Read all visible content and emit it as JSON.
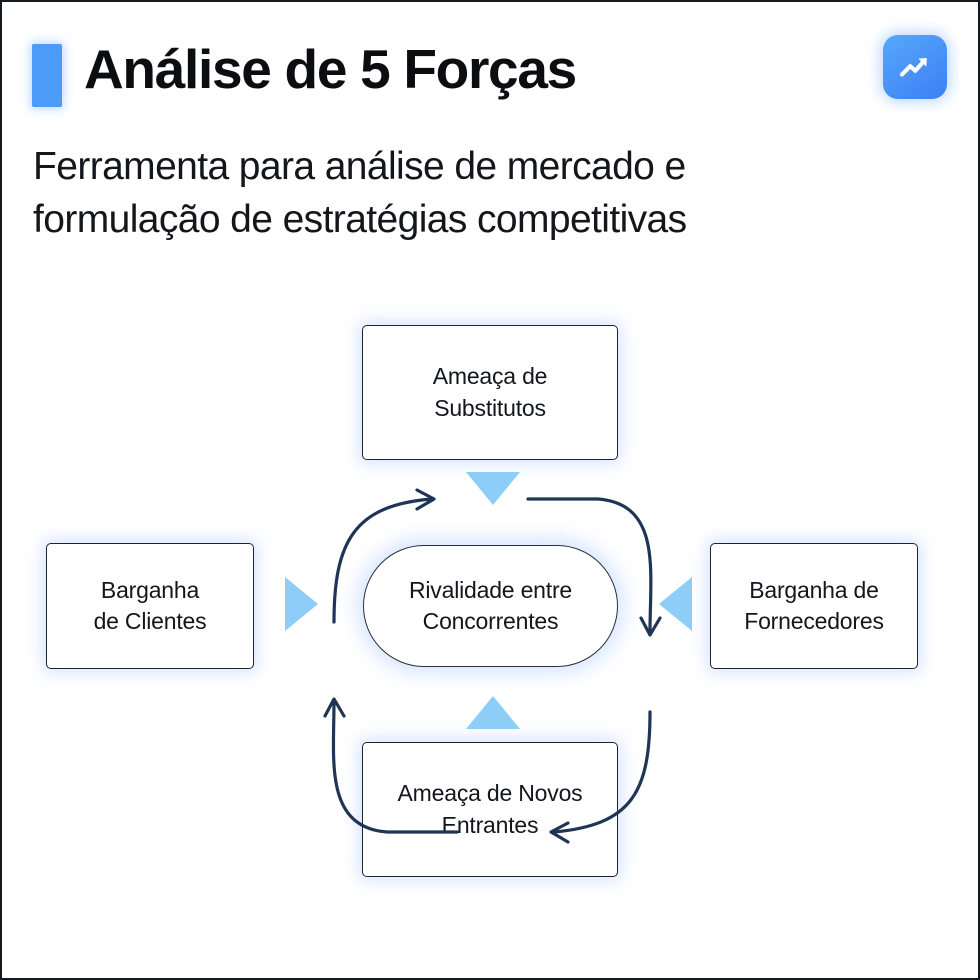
{
  "header": {
    "title": "Análise de 5 Forças",
    "subtitle_lines": [
      "Ferramenta para análise de mercado e",
      "formulação de estratégias competitivas"
    ],
    "accent_color": "#4c9bf8",
    "badge_icon": "trending-up-icon"
  },
  "diagram": {
    "center": {
      "label_lines": [
        "Rivalidade entre",
        "Concorrentes"
      ]
    },
    "forces": {
      "top": {
        "label_lines": [
          "Ameaça de",
          "Substitutos"
        ],
        "arrow": "triangle-down"
      },
      "bottom": {
        "label_lines": [
          "Ameaça de Novos",
          "Entrantes"
        ],
        "arrow": "triangle-up"
      },
      "left": {
        "label_lines": [
          "Barganha",
          "de Clientes"
        ],
        "arrow": "triangle-right"
      },
      "right": {
        "label_lines": [
          "Barganha de",
          "Fornecedores"
        ],
        "arrow": "triangle-left"
      }
    },
    "colors": {
      "triangle": "#8ecdf8",
      "box_border": "#1d2330",
      "arrow_stroke": "#1f3557",
      "glow": "#7daaff"
    }
  }
}
